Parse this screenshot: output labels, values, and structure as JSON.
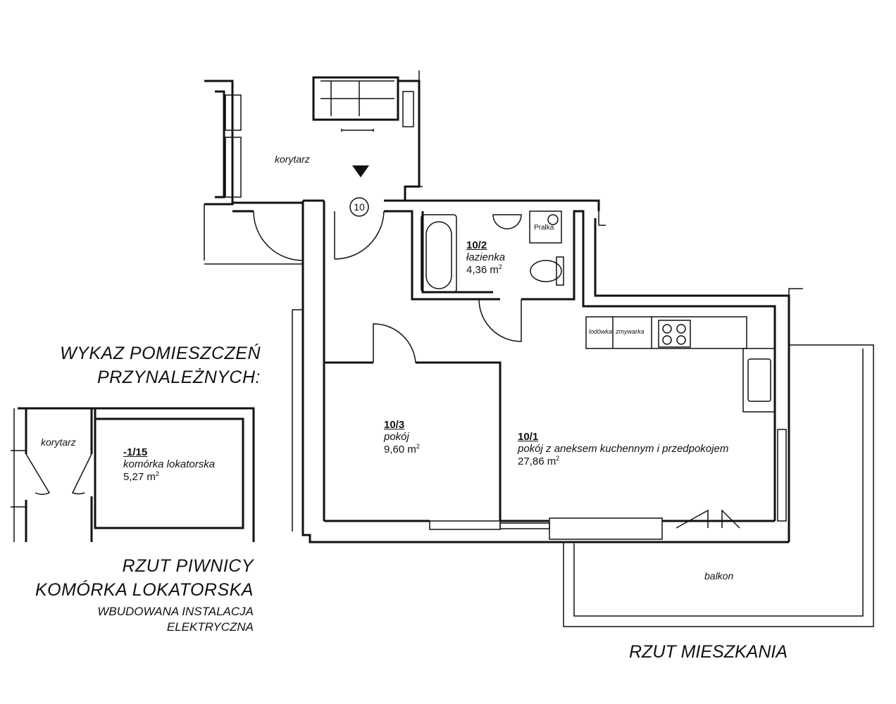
{
  "apartment": {
    "corridor_label": "korytarz",
    "entrance_number": "10",
    "rooms": [
      {
        "number": "10/1",
        "name": "pokój z aneksem kuchennym i przedpokojem",
        "area": "27,86 m",
        "unit_sup": "2"
      },
      {
        "number": "10/2",
        "name": "łazienka",
        "area": "4,36 m",
        "unit_sup": "2"
      },
      {
        "number": "10/3",
        "name": "pokój",
        "area": "9,60 m",
        "unit_sup": "2"
      }
    ],
    "fixtures": {
      "washer": "Pralka",
      "fridge": "lodówka",
      "dishwasher": "zmywarka"
    },
    "balcony_label": "balkon",
    "title": "RZUT MIESZKANIA"
  },
  "basement": {
    "heading_line1": "WYKAZ POMIESZCZEŃ",
    "heading_line2": "PRZYNALEŻNYCH:",
    "corridor_label": "korytarz",
    "room": {
      "number": "-1/15",
      "name": "komórka lokatorska",
      "area": "5,27 m",
      "unit_sup": "2"
    },
    "title_line1": "RZUT PIWNICY",
    "title_line2": "KOMÓRKA LOKATORSKA",
    "note_line1": "WBUDOWANA INSTALACJA",
    "note_line2": "ELEKTRYCZNA"
  }
}
